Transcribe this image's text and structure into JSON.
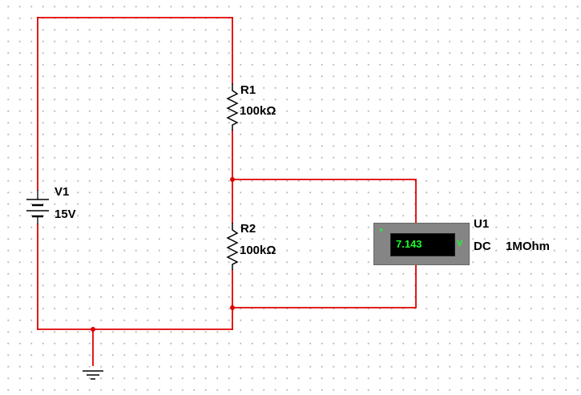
{
  "canvas": {
    "wire_color": "#e00000",
    "component_color": "#000000",
    "grid_dot_color": "#b8b8b8"
  },
  "v1": {
    "ref": "V1",
    "value": "15V"
  },
  "r1": {
    "ref": "R1",
    "value": "100kΩ"
  },
  "r2": {
    "ref": "R2",
    "value": "100kΩ"
  },
  "u1": {
    "ref": "U1",
    "mode": "DC",
    "resistance": "1MOhm",
    "reading": "7.143",
    "unit": "V",
    "plus_symbol": "+",
    "body_color": "#858585",
    "display_color": "#19ff2d"
  }
}
